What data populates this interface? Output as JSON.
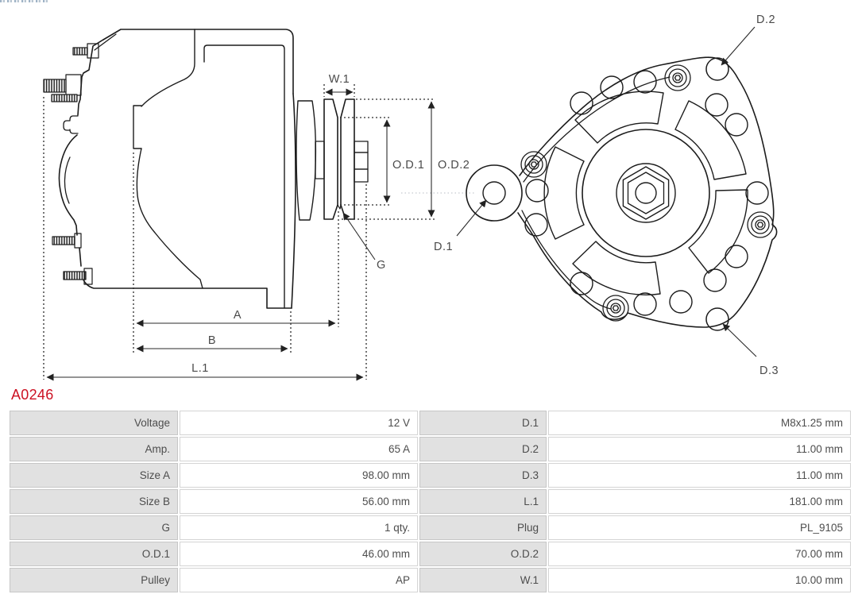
{
  "part_number": "A0246",
  "diagram": {
    "w1": "W.1",
    "od1": "O.D.1",
    "od2": "O.D.2",
    "g": "G",
    "a": "A",
    "b": "B",
    "l1": "L.1",
    "d1": "D.1",
    "d2": "D.2",
    "d3": "D.3"
  },
  "specs": {
    "left": [
      {
        "label": "Voltage",
        "value": "12 V"
      },
      {
        "label": "Amp.",
        "value": "65 A"
      },
      {
        "label": "Size A",
        "value": "98.00 mm"
      },
      {
        "label": "Size B",
        "value": "56.00 mm"
      },
      {
        "label": "G",
        "value": "1 qty."
      },
      {
        "label": "O.D.1",
        "value": "46.00 mm"
      },
      {
        "label": "Pulley",
        "value": "AP"
      }
    ],
    "right": [
      {
        "label": "D.1",
        "value": "M8x1.25 mm"
      },
      {
        "label": "D.2",
        "value": "11.00 mm"
      },
      {
        "label": "D.3",
        "value": "11.00 mm"
      },
      {
        "label": "L.1",
        "value": "181.00 mm"
      },
      {
        "label": "Plug",
        "value": "PL_9105"
      },
      {
        "label": "O.D.2",
        "value": "70.00 mm"
      },
      {
        "label": "W.1",
        "value": "10.00 mm"
      }
    ]
  },
  "colors": {
    "part_number_red": "#cc1122",
    "drawing_stroke": "#1c1c1c",
    "dimension_text": "#4a4a4a",
    "label_cell_bg": "#e1e1e1",
    "cell_border": "#c6c6c6",
    "value_text": "#4d4d4d"
  }
}
